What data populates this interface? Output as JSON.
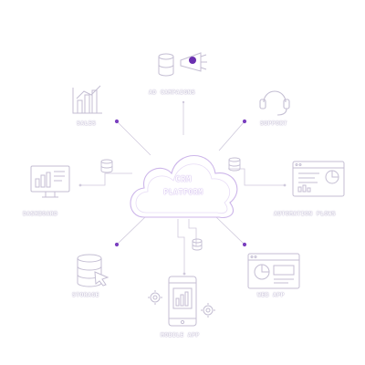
{
  "colors": {
    "line": "#cfc9dc",
    "accent": "#7a3fbf",
    "dot": "#6a2fb0",
    "icon": "#c4bed3",
    "cloud": "#cdb6ea"
  },
  "center": {
    "line1": "CRM",
    "line2": "PLATFORM"
  },
  "nodes": {
    "ad_campaigns": {
      "label": "AD CAMPAIGNS",
      "icon": "database-megaphone-icon"
    },
    "support": {
      "label": "SUPPORT",
      "icon": "headset-icon"
    },
    "sales": {
      "label": "SALES",
      "icon": "bar-chart-icon"
    },
    "dashboard": {
      "label": "DASHBOARD",
      "icon": "monitor-chart-icon"
    },
    "automation_flows": {
      "label": "AUTOMATION FLOWS",
      "icon": "browser-window-icon"
    },
    "storage": {
      "label": "STORAGE",
      "icon": "database-cursor-icon"
    },
    "web_app": {
      "label": "WEB APP",
      "icon": "web-app-window-icon"
    },
    "mobile_app": {
      "label": "MOBILE APP",
      "icon": "phone-app-icon"
    }
  }
}
